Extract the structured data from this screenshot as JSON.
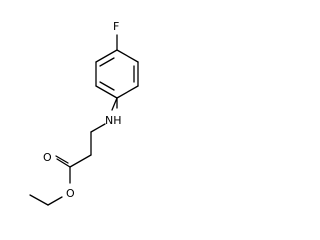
{
  "molecule": {
    "atoms": {
      "fluorine": "F",
      "amine": "NH",
      "ketone_oxygen": "O",
      "ester_oxygen": "O"
    }
  },
  "colors": {
    "bond": "#000000",
    "label": "#000000",
    "background": "#ffffff"
  }
}
